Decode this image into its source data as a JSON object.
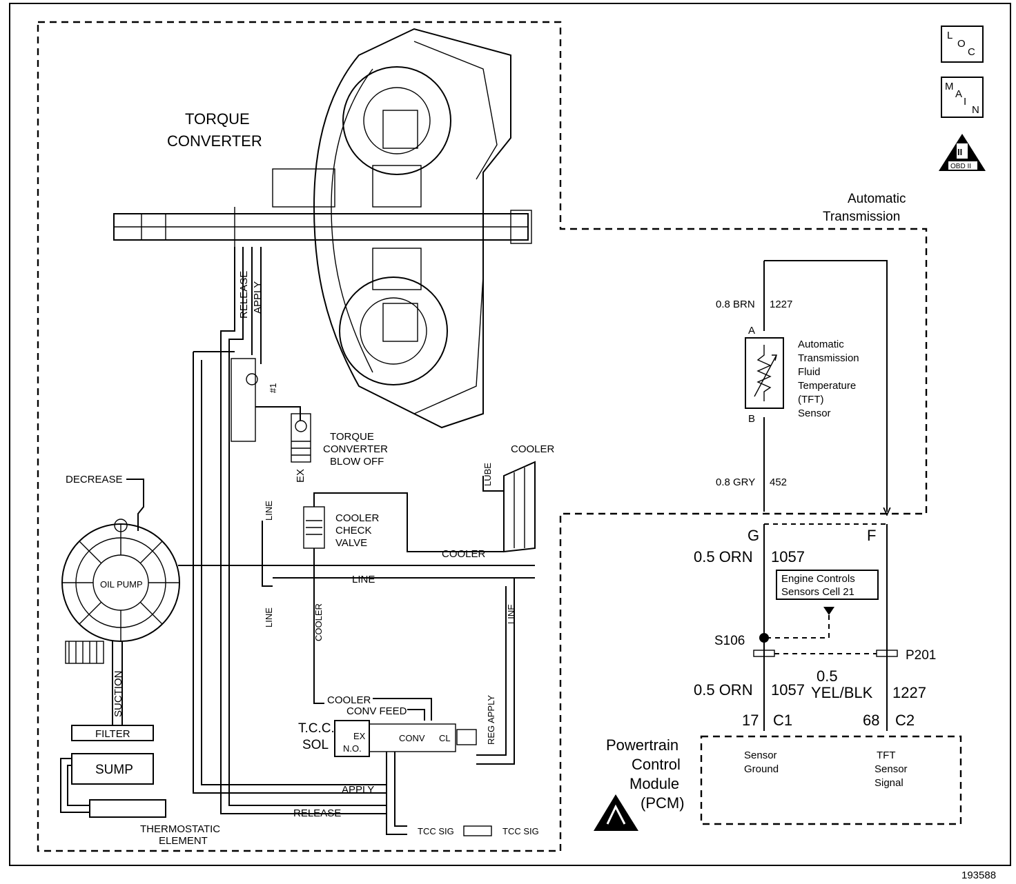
{
  "figure_number": "193588",
  "icons": {
    "loc": {
      "chars": [
        "L",
        "O",
        "C"
      ]
    },
    "main": {
      "chars": [
        "M",
        "A",
        "I",
        "N"
      ]
    },
    "obd": {
      "numeral": "II",
      "label": "OBD II"
    }
  },
  "hydraulic": {
    "torque_converter_title": [
      "TORQUE",
      "CONVERTER"
    ],
    "release": "RELEASE",
    "apply": "APPLY",
    "check_ball": "#1",
    "ex": "EX",
    "blow_off": [
      "TORQUE",
      "CONVERTER",
      "BLOW OFF"
    ],
    "decrease": "DECREASE",
    "oil_pump": "OIL PUMP",
    "lube": "LUBE",
    "cooler_top": "COOLER",
    "line": "LINE",
    "cooler_check_valve": [
      "COOLER",
      "CHECK",
      "VALVE"
    ],
    "cooler": "COOLER",
    "suction": "SUCTION",
    "filter": "FILTER",
    "sump": "SUMP",
    "thermostatic_element": [
      "THERMOSTATIC",
      "ELEMENT"
    ],
    "conv_feed": "CONV FEED",
    "tcc_sol": [
      "T.C.C.",
      "SOL"
    ],
    "no": "N.O.",
    "conv": "CONV",
    "cl": "CL",
    "reg_apply": "REG APPLY",
    "release_bottom": "RELEASE",
    "tcc_sig": "TCC SIG"
  },
  "electrical": {
    "module_label": [
      "Automatic",
      "Transmission"
    ],
    "sensor_label": [
      "Automatic",
      "Transmission",
      "Fluid",
      "Temperature",
      "(TFT)",
      "Sensor"
    ],
    "pin_a": "A",
    "pin_b": "B",
    "wire_a": {
      "size_color": "0.8 BRN",
      "circuit": "1227"
    },
    "wire_b": {
      "size_color": "0.8 GRY",
      "circuit": "452"
    },
    "pin_g": "G",
    "pin_f": "F",
    "wire_g": {
      "size_color": "0.5 ORN",
      "circuit": "1057"
    },
    "ref_box": [
      "Engine Controls",
      "Sensors Cell 21"
    ],
    "splice": "S106",
    "connector": "P201",
    "wire_lower_left": {
      "size_color": "0.5 ORN",
      "circuit": "1057"
    },
    "wire_lower_right": {
      "size": "0.5",
      "color": "YEL/BLK",
      "circuit": "1227"
    },
    "pcm_pin_left": {
      "pin": "17",
      "conn": "C1"
    },
    "pcm_pin_right": {
      "pin": "68",
      "conn": "C2"
    },
    "pcm_title": [
      "Powertrain",
      "Control",
      "Module",
      "(PCM)"
    ],
    "pcm_left_label": [
      "Sensor",
      "Ground"
    ],
    "pcm_right_label": [
      "TFT",
      "Sensor",
      "Signal"
    ]
  }
}
